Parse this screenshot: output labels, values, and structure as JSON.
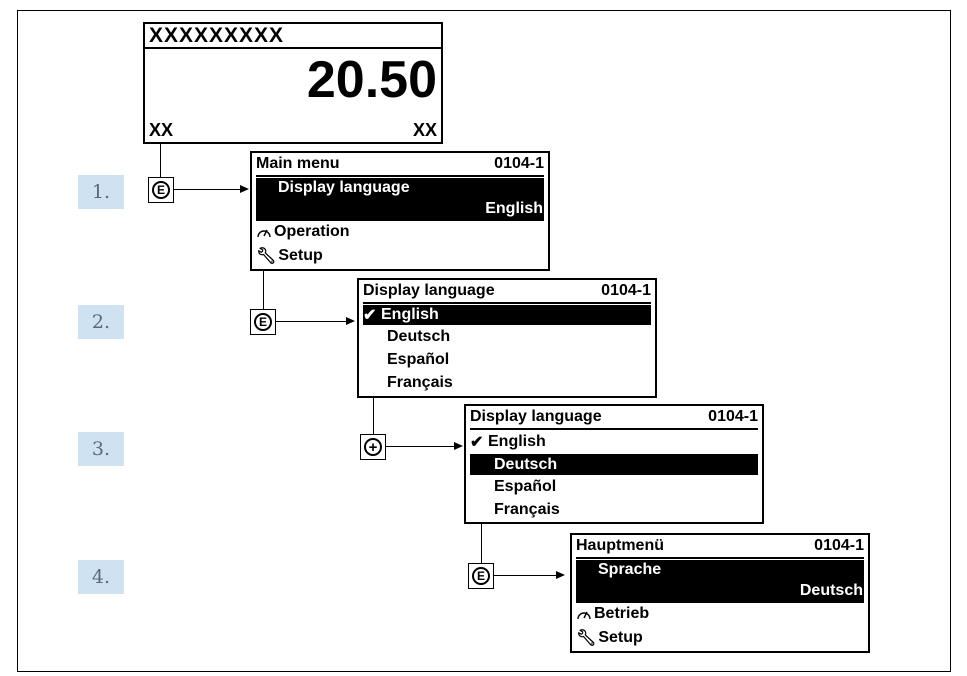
{
  "display": {
    "header": "XXXXXXXXX",
    "value": "20.50",
    "left_unit": "XX",
    "right_unit": "XX"
  },
  "steps": [
    "1.",
    "2.",
    "3.",
    "4."
  ],
  "keys": {
    "enter": "E",
    "plus": "+"
  },
  "panel1": {
    "title": "Main menu",
    "code": "0104-1",
    "item1_label": "Display language",
    "item1_value": "English",
    "item2": "Operation",
    "item3": "Setup"
  },
  "panel2": {
    "title": "Display language",
    "code": "0104-1",
    "options": [
      "English",
      "Deutsch",
      "Español",
      "Français"
    ],
    "check": "✔"
  },
  "panel3": {
    "title": "Display language",
    "code": "0104-1",
    "options": [
      "English",
      "Deutsch",
      "Español",
      "Français"
    ],
    "check": "✔"
  },
  "panel4": {
    "title": "Hauptmenü",
    "code": "0104-1",
    "item1_label": "Sprache",
    "item1_value": "Deutsch",
    "item2": "Betrieb",
    "item3": "Setup"
  }
}
